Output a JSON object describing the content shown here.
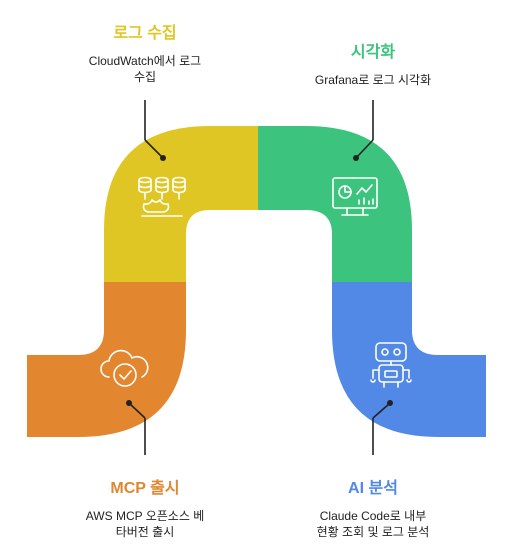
{
  "colors": {
    "collect": "#E0C624",
    "visualize": "#3CC47E",
    "analyze": "#5289E6",
    "release": "#E2872F",
    "icon_stroke": "#ffffff",
    "connector": "#222222"
  },
  "steps": [
    {
      "id": "collect",
      "title": "로그 수집",
      "desc_lines": [
        "CloudWatch에서 로그",
        "수집"
      ],
      "icon": "database-server-icon"
    },
    {
      "id": "visualize",
      "title": "시각화",
      "desc_lines": [
        "Grafana로 로그 시각화"
      ],
      "icon": "monitor-chart-icon"
    },
    {
      "id": "analyze",
      "title": "AI 분석",
      "desc_lines": [
        "Claude Code로 내부",
        "현황 조회 및 로그 분석"
      ],
      "icon": "robot-icon"
    },
    {
      "id": "release",
      "title": "MCP 출시",
      "desc_lines": [
        "AWS MCP 오픈소스 베",
        "타버전 출시"
      ],
      "icon": "cloud-check-icon"
    }
  ]
}
